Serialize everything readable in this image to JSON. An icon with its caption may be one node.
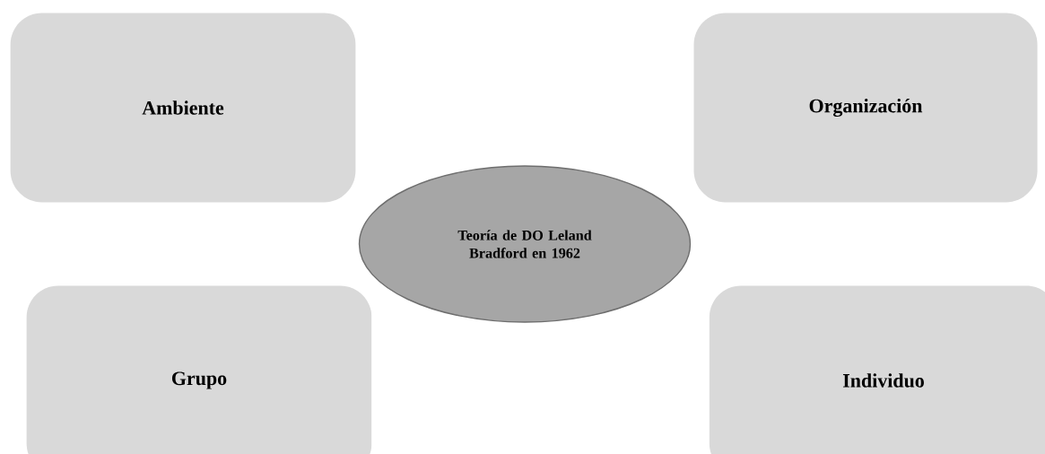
{
  "diagram": {
    "nodes": [
      {
        "text": [
          "Ambiente"
        ]
      },
      {
        "text": [
          "Organización"
        ]
      },
      {
        "text": [
          "Teoría de DO Leland Bradford en 1962"
        ]
      },
      {
        "text": [
          "Grupo"
        ]
      },
      {
        "text": [
          "Individuo"
        ]
      }
    ]
  }
}
